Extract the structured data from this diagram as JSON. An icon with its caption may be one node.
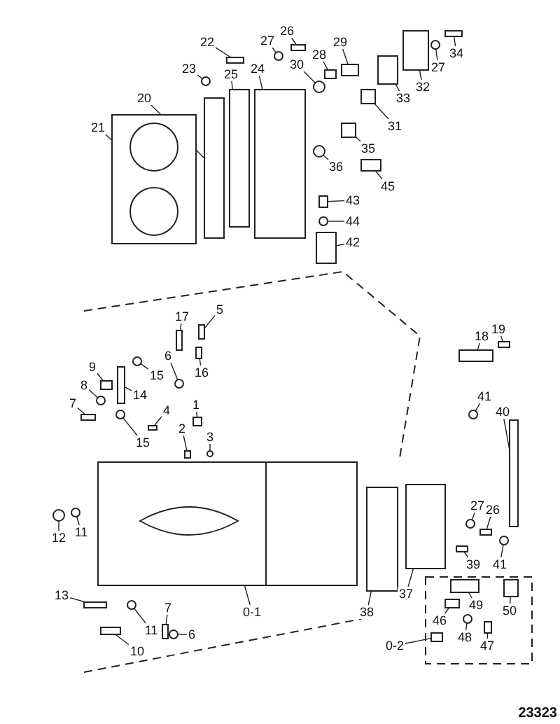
{
  "diagram": {
    "nodes": [
      {
        "text": [
          "21"
        ]
      },
      {
        "text": [
          "20"
        ]
      },
      {
        "text": [
          "23"
        ]
      },
      {
        "text": [
          "22"
        ]
      },
      {
        "text": [
          "25"
        ]
      },
      {
        "text": [
          "24"
        ]
      },
      {
        "text": [
          "27"
        ]
      },
      {
        "text": [
          "26"
        ]
      },
      {
        "text": [
          "30"
        ]
      },
      {
        "text": [
          "28"
        ]
      },
      {
        "text": [
          "29"
        ]
      },
      {
        "text": [
          "31"
        ]
      },
      {
        "text": [
          "33"
        ]
      },
      {
        "text": [
          "32"
        ]
      },
      {
        "text": [
          "27"
        ]
      },
      {
        "text": [
          "34"
        ]
      },
      {
        "text": [
          "35"
        ]
      },
      {
        "text": [
          "36"
        ]
      },
      {
        "text": [
          "45"
        ]
      },
      {
        "text": [
          "43"
        ]
      },
      {
        "text": [
          "44"
        ]
      },
      {
        "text": [
          "42"
        ]
      },
      {
        "text": [
          "15"
        ]
      },
      {
        "text": [
          "14"
        ]
      },
      {
        "text": [
          "15"
        ]
      },
      {
        "text": [
          "17"
        ]
      },
      {
        "text": [
          "5"
        ]
      },
      {
        "text": [
          "9"
        ]
      },
      {
        "text": [
          "8"
        ]
      },
      {
        "text": [
          "7"
        ]
      },
      {
        "text": [
          "6"
        ]
      },
      {
        "text": [
          "16"
        ]
      },
      {
        "text": [
          "4"
        ]
      },
      {
        "text": [
          "1"
        ]
      },
      {
        "text": [
          "2"
        ]
      },
      {
        "text": [
          "3"
        ]
      },
      {
        "text": [
          "18"
        ]
      },
      {
        "text": [
          "19"
        ]
      },
      {
        "text": [
          "41"
        ]
      },
      {
        "text": [
          "40"
        ]
      },
      {
        "text": [
          "12"
        ]
      },
      {
        "text": [
          "11"
        ]
      },
      {
        "text": [
          "27"
        ]
      },
      {
        "text": [
          "26"
        ]
      },
      {
        "text": [
          "41"
        ]
      },
      {
        "text": [
          "39"
        ]
      },
      {
        "text": [
          "38"
        ]
      },
      {
        "text": [
          "37"
        ]
      },
      {
        "text": [
          "49"
        ]
      },
      {
        "text": [
          "50"
        ]
      },
      {
        "text": [
          "46"
        ]
      },
      {
        "text": [
          "48"
        ]
      },
      {
        "text": [
          "47"
        ]
      },
      {
        "text": [
          "0-2"
        ]
      },
      {
        "text": [
          "13"
        ]
      },
      {
        "text": [
          "0-1"
        ]
      },
      {
        "text": [
          "11"
        ]
      },
      {
        "text": [
          "7"
        ]
      },
      {
        "text": [
          "10"
        ]
      },
      {
        "text": [
          "6"
        ]
      },
      {
        "text": [],
        "shape": "box"
      },
      {
        "text": [],
        "shape": "box"
      },
      {
        "text": [],
        "shape": "circle"
      },
      {
        "text": [],
        "shape": "box"
      },
      {
        "text": [],
        "shape": "box"
      },
      {
        "text": [],
        "shape": "box"
      },
      {
        "text": [],
        "shape": "circle"
      },
      {
        "text": [],
        "shape": "box"
      },
      {
        "text": [],
        "shape": "circle"
      },
      {
        "text": [],
        "shape": "box"
      },
      {
        "text": [],
        "shape": "box"
      },
      {
        "text": [],
        "shape": "box"
      },
      {
        "text": [],
        "shape": "box"
      },
      {
        "text": [],
        "shape": "box"
      },
      {
        "text": [],
        "shape": "circle"
      },
      {
        "text": [],
        "shape": "box"
      },
      {
        "text": [],
        "shape": "box"
      },
      {
        "text": [],
        "shape": "circle"
      },
      {
        "text": [],
        "shape": "box"
      },
      {
        "text": [],
        "shape": "box"
      },
      {
        "text": [],
        "shape": "circle"
      },
      {
        "text": [],
        "shape": "box"
      },
      {
        "text": [],
        "shape": "circle"
      },
      {
        "text": [],
        "shape": "box"
      },
      {
        "text": [],
        "shape": "circle"
      },
      {
        "text": [],
        "shape": "box"
      },
      {
        "text": [],
        "shape": "box"
      },
      {
        "text": [],
        "shape": "box"
      },
      {
        "text": [],
        "shape": "circle"
      },
      {
        "text": [],
        "shape": "box"
      },
      {
        "text": [],
        "shape": "circle"
      },
      {
        "text": [],
        "shape": "box"
      },
      {
        "text": [],
        "shape": "box"
      },
      {
        "text": [],
        "shape": "box"
      },
      {
        "text": [],
        "shape": "box"
      },
      {
        "text": [],
        "shape": "circle"
      },
      {
        "text": [],
        "shape": "box"
      },
      {
        "text": [],
        "shape": "box"
      },
      {
        "text": [],
        "shape": "circle"
      },
      {
        "text": [],
        "shape": "box"
      },
      {
        "text": [],
        "shape": "circle"
      },
      {
        "text": [],
        "shape": "circle"
      },
      {
        "text": [],
        "shape": "circle"
      },
      {
        "text": [],
        "shape": "box"
      },
      {
        "text": [],
        "shape": "circle"
      },
      {
        "text": [],
        "shape": "box"
      },
      {
        "text": [],
        "shape": "box"
      },
      {
        "text": [],
        "shape": "box"
      },
      {
        "text": [],
        "shape": "box"
      },
      {
        "text": [],
        "shape": "box"
      },
      {
        "text": [],
        "shape": "box"
      },
      {
        "text": [],
        "shape": "circle"
      },
      {
        "text": [],
        "shape": "box"
      },
      {
        "text": [],
        "shape": "box"
      },
      {
        "text": [],
        "shape": "box"
      },
      {
        "text": [],
        "shape": "box"
      },
      {
        "text": [],
        "shape": "circle"
      },
      {
        "text": [],
        "shape": "box"
      },
      {
        "text": [],
        "shape": "box"
      },
      {
        "text": [],
        "shape": "circle"
      }
    ],
    "edges": [
      {
        "from": 0,
        "to": 60,
        "arrow": "none"
      },
      {
        "from": 1,
        "to": 61,
        "arrow": "none"
      },
      {
        "from": 2,
        "to": 62,
        "arrow": "none"
      },
      {
        "from": 3,
        "to": 63,
        "arrow": "none"
      },
      {
        "from": 4,
        "to": 64,
        "arrow": "none"
      },
      {
        "from": 5,
        "to": 65,
        "arrow": "none"
      },
      {
        "from": 6,
        "to": 66,
        "arrow": "none"
      },
      {
        "from": 7,
        "to": 67,
        "arrow": "none"
      },
      {
        "from": 8,
        "to": 68,
        "arrow": "none"
      },
      {
        "from": 9,
        "to": 69,
        "arrow": "none"
      },
      {
        "from": 10,
        "to": 70,
        "arrow": "none"
      },
      {
        "from": 11,
        "to": 71,
        "arrow": "none"
      },
      {
        "from": 12,
        "to": 72,
        "arrow": "none"
      },
      {
        "from": 13,
        "to": 73,
        "arrow": "none"
      },
      {
        "from": 14,
        "to": 74,
        "arrow": "none"
      },
      {
        "from": 15,
        "to": 75,
        "arrow": "none"
      },
      {
        "from": 16,
        "to": 76,
        "arrow": "none"
      },
      {
        "from": 17,
        "to": 77,
        "arrow": "none"
      },
      {
        "from": 18,
        "to": 78,
        "arrow": "none"
      },
      {
        "from": 19,
        "to": 79,
        "arrow": "none"
      },
      {
        "from": 20,
        "to": 80,
        "arrow": "none"
      },
      {
        "from": 21,
        "to": 81,
        "arrow": "none"
      },
      {
        "from": 22,
        "to": 82,
        "arrow": "none"
      },
      {
        "from": 23,
        "to": 83,
        "arrow": "none"
      },
      {
        "from": 24,
        "to": 84,
        "arrow": "none"
      },
      {
        "from": 25,
        "to": 85,
        "arrow": "none"
      },
      {
        "from": 26,
        "to": 86,
        "arrow": "none"
      },
      {
        "from": 27,
        "to": 87,
        "arrow": "none"
      },
      {
        "from": 28,
        "to": 88,
        "arrow": "none"
      },
      {
        "from": 29,
        "to": 89,
        "arrow": "none"
      },
      {
        "from": 30,
        "to": 90,
        "arrow": "none"
      },
      {
        "from": 31,
        "to": 91,
        "arrow": "none"
      },
      {
        "from": 32,
        "to": 92,
        "arrow": "none"
      },
      {
        "from": 33,
        "to": 93,
        "arrow": "none"
      },
      {
        "from": 34,
        "to": 94,
        "arrow": "none"
      },
      {
        "from": 35,
        "to": 95,
        "arrow": "none"
      },
      {
        "from": 36,
        "to": 96,
        "arrow": "none"
      },
      {
        "from": 37,
        "to": 97,
        "arrow": "none"
      },
      {
        "from": 38,
        "to": 98,
        "arrow": "none"
      },
      {
        "from": 39,
        "to": 99,
        "arrow": "none"
      },
      {
        "from": 40,
        "to": 100,
        "arrow": "none"
      },
      {
        "from": 41,
        "to": 101,
        "arrow": "none"
      },
      {
        "from": 42,
        "to": 102,
        "arrow": "none"
      },
      {
        "from": 43,
        "to": 103,
        "arrow": "none"
      },
      {
        "from": 44,
        "to": 104,
        "arrow": "none"
      },
      {
        "from": 45,
        "to": 105,
        "arrow": "none"
      },
      {
        "from": 46,
        "to": 106,
        "arrow": "none"
      },
      {
        "from": 47,
        "to": 107,
        "arrow": "none"
      },
      {
        "from": 48,
        "to": 108,
        "arrow": "none"
      },
      {
        "from": 49,
        "to": 109,
        "arrow": "none"
      },
      {
        "from": 50,
        "to": 110,
        "arrow": "none"
      },
      {
        "from": 51,
        "to": 111,
        "arrow": "none"
      },
      {
        "from": 52,
        "to": 112,
        "arrow": "none"
      },
      {
        "from": 53,
        "to": 113,
        "arrow": "none"
      },
      {
        "from": 54,
        "to": 114,
        "arrow": "none"
      },
      {
        "from": 55,
        "to": 115,
        "arrow": "none"
      },
      {
        "from": 56,
        "to": 116,
        "arrow": "none"
      },
      {
        "from": 57,
        "to": 117,
        "arrow": "none"
      },
      {
        "from": 58,
        "to": 118,
        "arrow": "none"
      },
      {
        "from": 59,
        "to": 119,
        "arrow": "none"
      }
    ],
    "labels": [
      "23323"
    ]
  }
}
